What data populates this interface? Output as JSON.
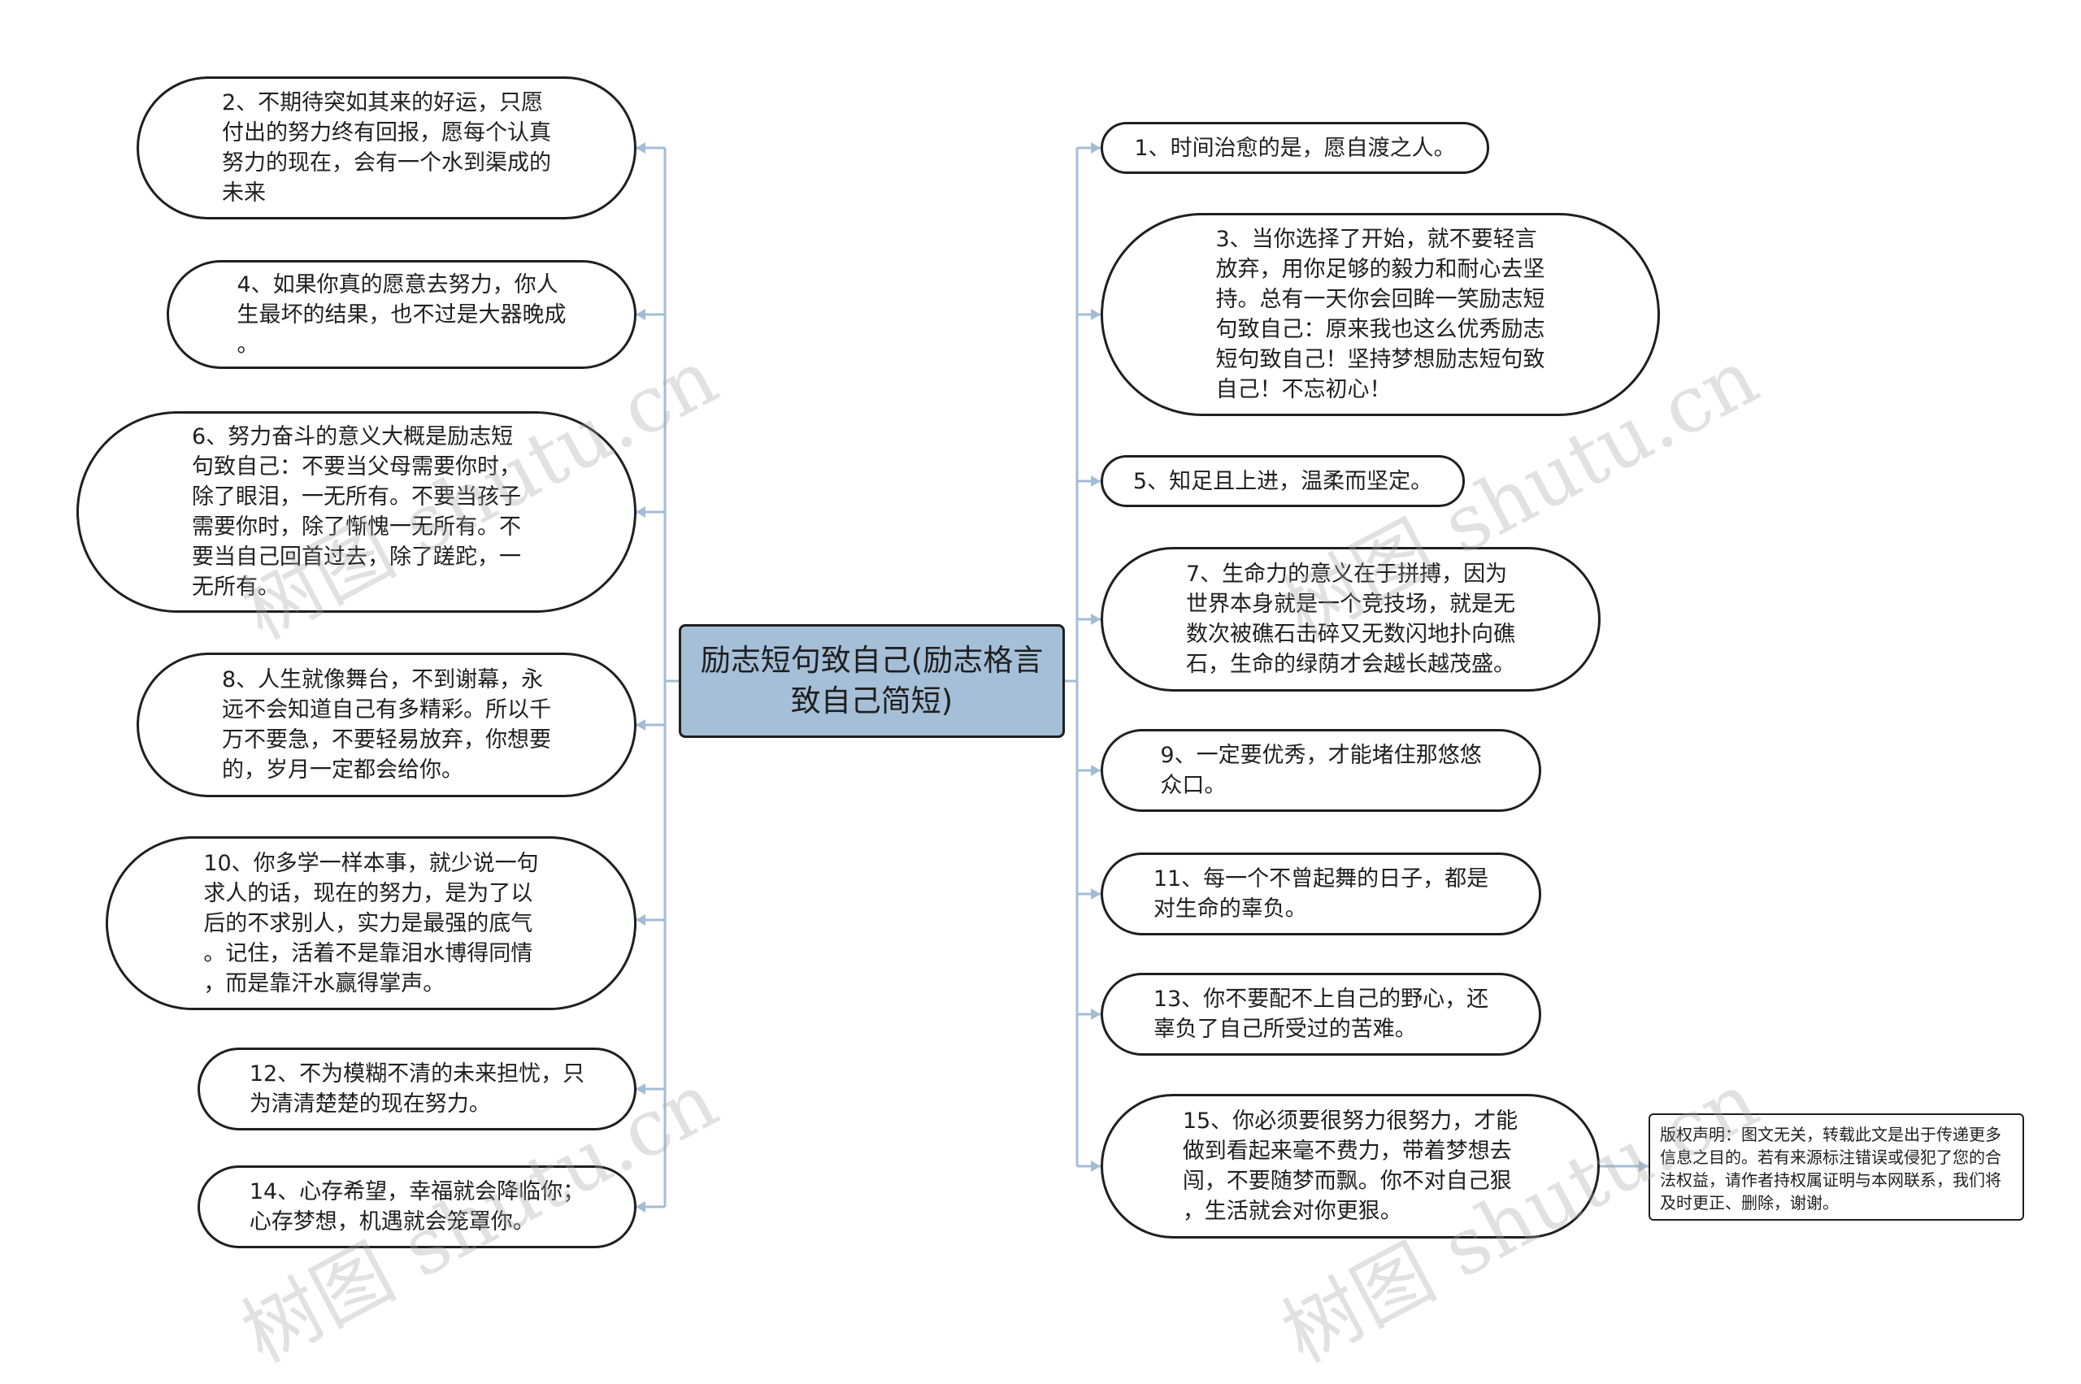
{
  "root": {
    "text": "励志短句致自己(励志格言\n致自己简短)"
  },
  "left_nodes": [
    {
      "id": "node-2",
      "text": "2、不期待突如其来的好运，只愿\n付出的努力终有回报，愿每个认真\n努力的现在，会有一个水到渠成的\n未来"
    },
    {
      "id": "node-4",
      "text": "4、如果你真的愿意去努力，你人\n生最坏的结果，也不过是大器晚成\n。"
    },
    {
      "id": "node-6",
      "text": "6、努力奋斗的意义大概是励志短\n句致自己：不要当父母需要你时，\n除了眼泪，一无所有。不要当孩子\n需要你时，除了惭愧一无所有。不\n要当自己回首过去，除了蹉跎，一\n无所有。"
    },
    {
      "id": "node-8",
      "text": "8、人生就像舞台，不到谢幕，永\n远不会知道自己有多精彩。所以千\n万不要急，不要轻易放弃，你想要\n的，岁月一定都会给你。"
    },
    {
      "id": "node-10",
      "text": "10、你多学一样本事，就少说一句\n求人的话，现在的努力，是为了以\n后的不求别人，实力是最强的底气\n。记住，活着不是靠泪水博得同情\n，而是靠汗水赢得掌声。"
    },
    {
      "id": "node-12",
      "text": "12、不为模糊不清的未来担忧，只\n为清清楚楚的现在努力。"
    },
    {
      "id": "node-14",
      "text": "14、心存希望，幸福就会降临你；\n心存梦想，机遇就会笼罩你。"
    }
  ],
  "right_nodes": [
    {
      "id": "node-1",
      "text": "1、时间治愈的是，愿自渡之人。"
    },
    {
      "id": "node-3",
      "text": "3、当你选择了开始，就不要轻言\n放弃，用你足够的毅力和耐心去坚\n持。总有一天你会回眸一笑励志短\n句致自己：原来我也这么优秀励志\n短句致自己！坚持梦想励志短句致\n自己！不忘初心！"
    },
    {
      "id": "node-5",
      "text": "5、知足且上进，温柔而坚定。"
    },
    {
      "id": "node-7",
      "text": "7、生命力的意义在于拼搏，因为\n世界本身就是一个竞技场，就是无\n数次被礁石击碎又无数闪地扑向礁\n石，生命的绿荫才会越长越茂盛。"
    },
    {
      "id": "node-9",
      "text": "9、一定要优秀，才能堵住那悠悠\n众口。"
    },
    {
      "id": "node-11",
      "text": "11、每一个不曾起舞的日子，都是\n对生命的辜负。"
    },
    {
      "id": "node-13",
      "text": "13、你不要配不上自己的野心，还\n辜负了自己所受过的苦难。"
    },
    {
      "id": "node-15",
      "text": "15、你必须要很努力很努力，才能\n做到看起来毫不费力，带着梦想去\n闯，不要随梦而飘。你不对自己狠\n，生活就会对你更狠。"
    }
  ],
  "copyright": {
    "text": "版权声明：图文无关，转载此文是出于传递更多信息之目的。若有来源标注错误或侵犯了您的合法权益，请作者持权属证明与本网联系，我们将及时更正、删除，谢谢。"
  },
  "watermark": {
    "text": "树图 shutu.cn"
  },
  "colors": {
    "root_fill": "#a6bfd8",
    "connector": "#a3bcd6",
    "node_border": "#1f1f1f",
    "watermark": "#a5a5a5"
  }
}
